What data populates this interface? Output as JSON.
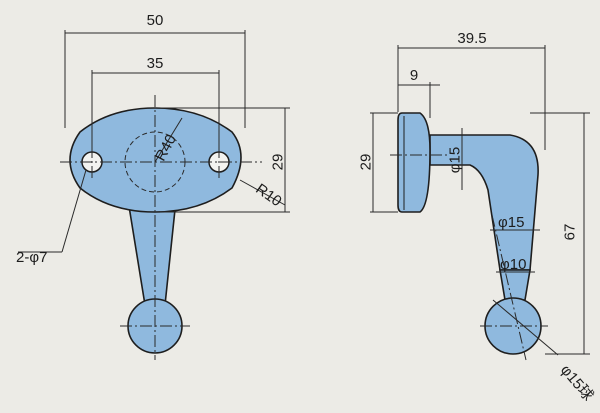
{
  "colors": {
    "paper": "#ecebe6",
    "part_fill": "#8fb9de",
    "line": "#1e1e1e"
  },
  "front_view": {
    "width_overall": "50",
    "hole_spacing": "35",
    "height": "29",
    "radius_large": "R40",
    "radius_small": "R10",
    "holes": "2-φ7"
  },
  "side_view": {
    "depth_overall": "39.5",
    "flange_thickness": "9",
    "height": "29",
    "neck_diameter": "φ15",
    "stem_diameter": "φ15",
    "tip_diameter": "φ10",
    "overall_length": "67",
    "ball_diameter": "φ15球"
  }
}
